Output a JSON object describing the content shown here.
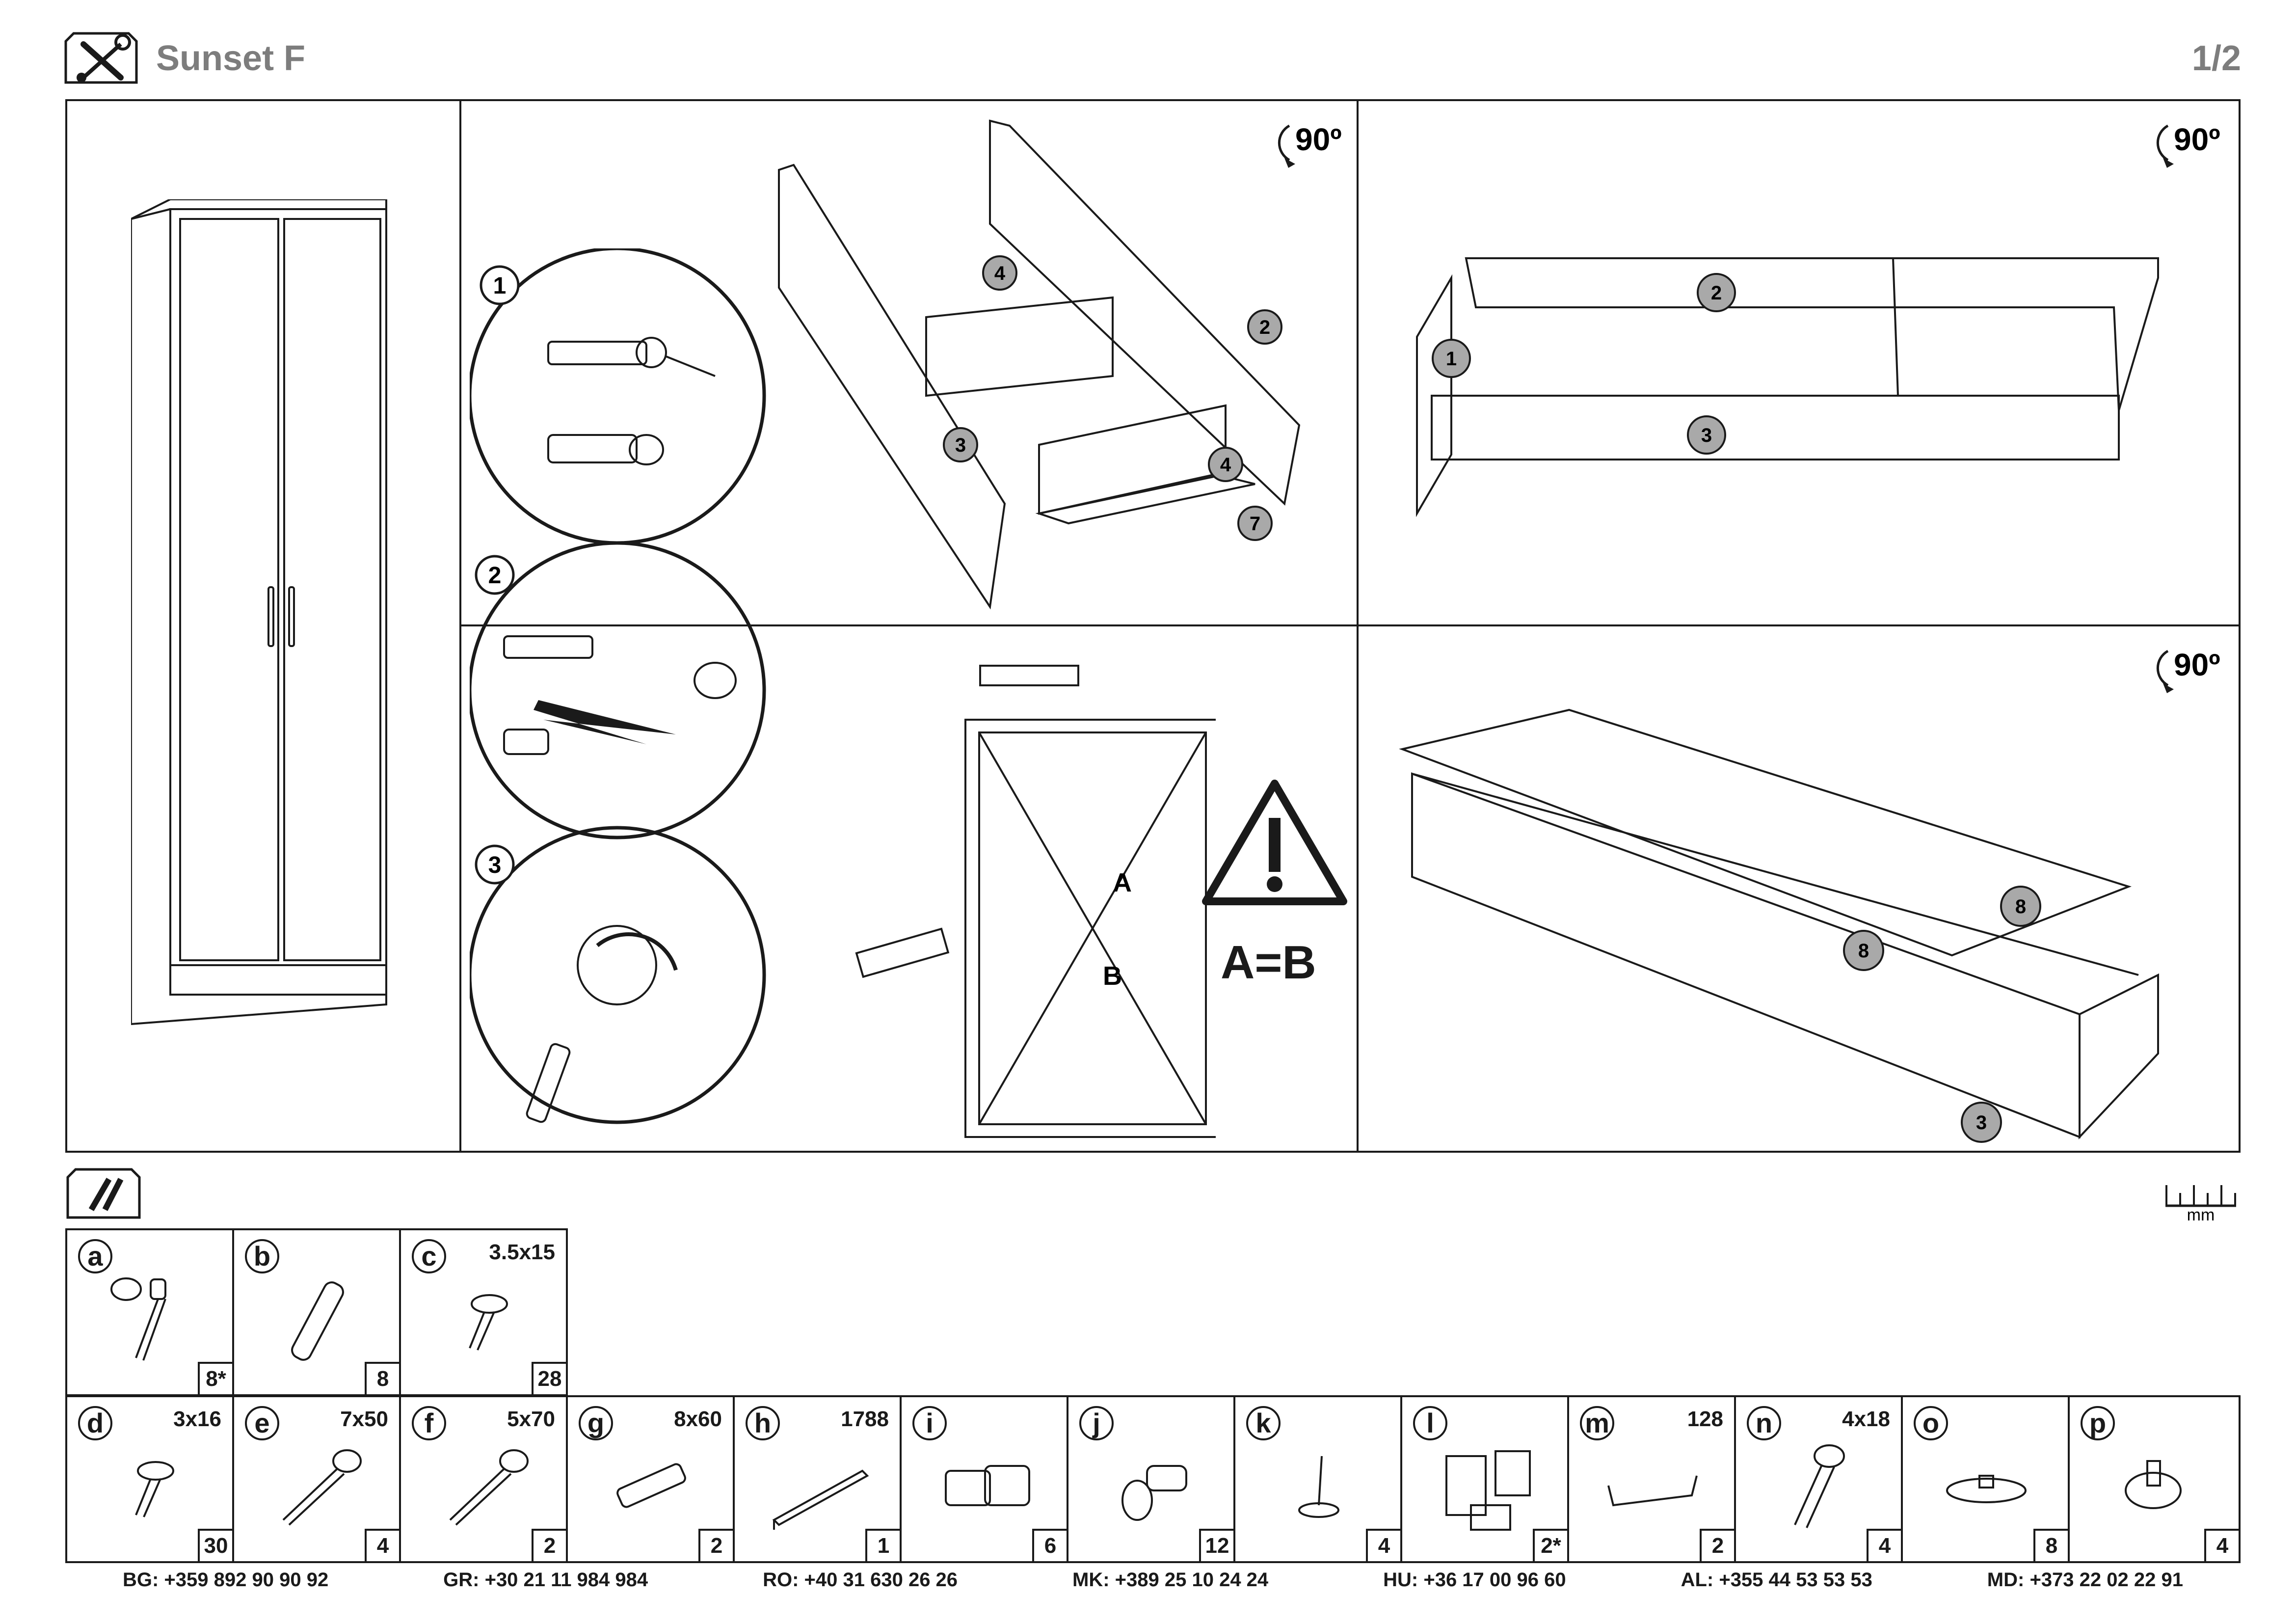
{
  "header": {
    "title": "Sunset F",
    "page": "1/2",
    "tools_icon": "screwdriver-wrench-icon"
  },
  "assembly": {
    "rotation_label": "90º",
    "warning_icon": "warning-triangle-icon",
    "equality_label": "A=B",
    "diagonal_a": "A",
    "diagonal_b": "B",
    "step_numbers": [
      "1",
      "2",
      "3"
    ],
    "panel_numbers": {
      "p1": "1",
      "p2": "2",
      "p3": "3",
      "p4": "4",
      "p7": "7",
      "p8": "8"
    }
  },
  "parts_header": {
    "icon": "screws-icon",
    "ruler_unit": "mm"
  },
  "parts_row1": [
    {
      "letter": "a",
      "size": "",
      "qty": "8*",
      "icon": "cam-lock-bolt-icon"
    },
    {
      "letter": "b",
      "size": "",
      "qty": "8",
      "icon": "wooden-dowel-icon"
    },
    {
      "letter": "c",
      "size": "3.5x15",
      "qty": "28",
      "icon": "screw-icon"
    }
  ],
  "parts_row2": [
    {
      "letter": "d",
      "size": "3x16",
      "qty": "30",
      "icon": "screw-icon"
    },
    {
      "letter": "e",
      "size": "7x50",
      "qty": "4",
      "icon": "long-screw-icon"
    },
    {
      "letter": "f",
      "size": "5x70",
      "qty": "2",
      "icon": "long-screw-icon"
    },
    {
      "letter": "g",
      "size": "8x60",
      "qty": "2",
      "icon": "wall-plug-icon"
    },
    {
      "letter": "h",
      "size": "1788",
      "qty": "1",
      "icon": "profile-strip-icon"
    },
    {
      "letter": "i",
      "size": "",
      "qty": "6",
      "icon": "hinge-icon"
    },
    {
      "letter": "j",
      "size": "",
      "qty": "12",
      "icon": "shelf-pin-icon"
    },
    {
      "letter": "k",
      "size": "",
      "qty": "4",
      "icon": "nail-glide-icon"
    },
    {
      "letter": "l",
      "size": "",
      "qty": "2*",
      "icon": "bracket-icon"
    },
    {
      "letter": "m",
      "size": "128",
      "qty": "2",
      "icon": "handle-icon"
    },
    {
      "letter": "n",
      "size": "4x18",
      "qty": "4",
      "icon": "bolt-icon"
    },
    {
      "letter": "o",
      "size": "",
      "qty": "8",
      "icon": "disc-foot-icon"
    },
    {
      "letter": "p",
      "size": "",
      "qty": "4",
      "icon": "adjustable-foot-icon"
    }
  ],
  "contacts": [
    {
      "country": "BG:",
      "phone": "+359 892 90 90 92"
    },
    {
      "country": "GR:",
      "phone": "+30 21 11 984 984"
    },
    {
      "country": "RO:",
      "phone": "+40 31 630 26 26"
    },
    {
      "country": "MK:",
      "phone": "+389 25 10 24 24"
    },
    {
      "country": "HU:",
      "phone": "+36 17 00 96 60"
    },
    {
      "country": "AL:",
      "phone": "+355 44 53 53 53"
    },
    {
      "country": "MD:",
      "phone": "+373 22 02 22 91"
    }
  ]
}
